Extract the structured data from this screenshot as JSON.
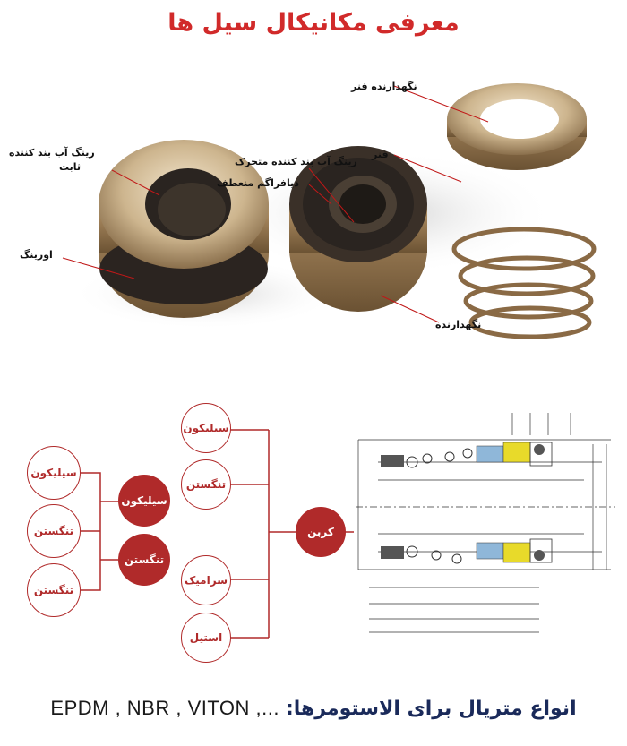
{
  "title": "معرفی مکانیکال سیل ها",
  "labels": {
    "fixed_ring_1": "رینگ آب بند کننده",
    "fixed_ring_2": "ثابت",
    "oring": "اورینگ",
    "moving_ring": "رینگ آب بند کننده متحرک",
    "diaphragm": "دیافراگم منعطف",
    "holder_bottom": "نگهدارنده",
    "spring_holder": "نگهدارنده فنر",
    "spring": "فنر"
  },
  "tree": {
    "left": [
      "سیلیکون",
      "تنگستن",
      "تنگستن"
    ],
    "middle": [
      "سیلیکون",
      "تنگستن"
    ],
    "center": "کربن",
    "right": [
      "سیلیکون",
      "تنگستن",
      "سرامیک",
      "استیل"
    ]
  },
  "bottom": {
    "label": "انواع متریال برای الاستومرها:",
    "materials": "EPDM , NBR , VITON ,..."
  },
  "colors": {
    "accent": "#b02a2a",
    "title": "#d12a2a"
  }
}
